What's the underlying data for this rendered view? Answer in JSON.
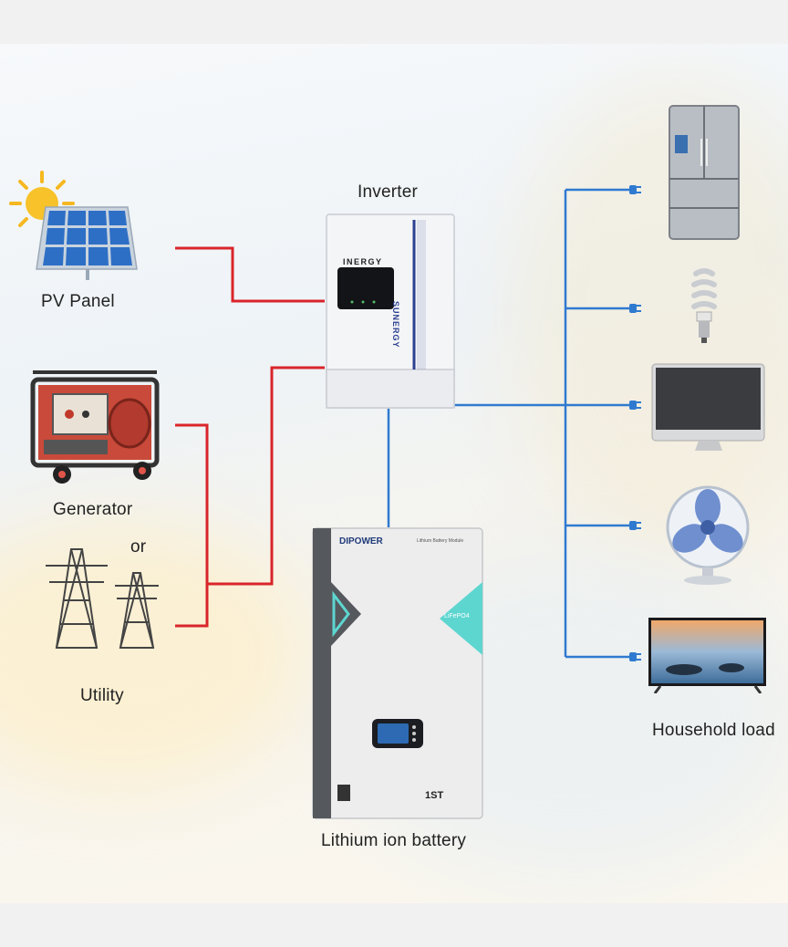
{
  "labels": {
    "pv_panel": "PV Panel",
    "inverter": "Inverter",
    "generator": "Generator",
    "or": "or",
    "utility": "Utility",
    "battery": "Lithium ion battery",
    "household_load": "Household load"
  },
  "devices": {
    "inverter_brand": "INERGY",
    "inverter_side_text": "SUNERGY",
    "battery_brand": "DIPOWER",
    "battery_subtitle": "Lithium Battery Module",
    "battery_badge": "LiFePO4",
    "battery_model": "1ST"
  },
  "colors": {
    "ac_input_line": "#d9252a",
    "load_line": "#2f7ad0",
    "inverter_accent": "#2b3f8f",
    "battery_accent": "#5ed6d0"
  }
}
